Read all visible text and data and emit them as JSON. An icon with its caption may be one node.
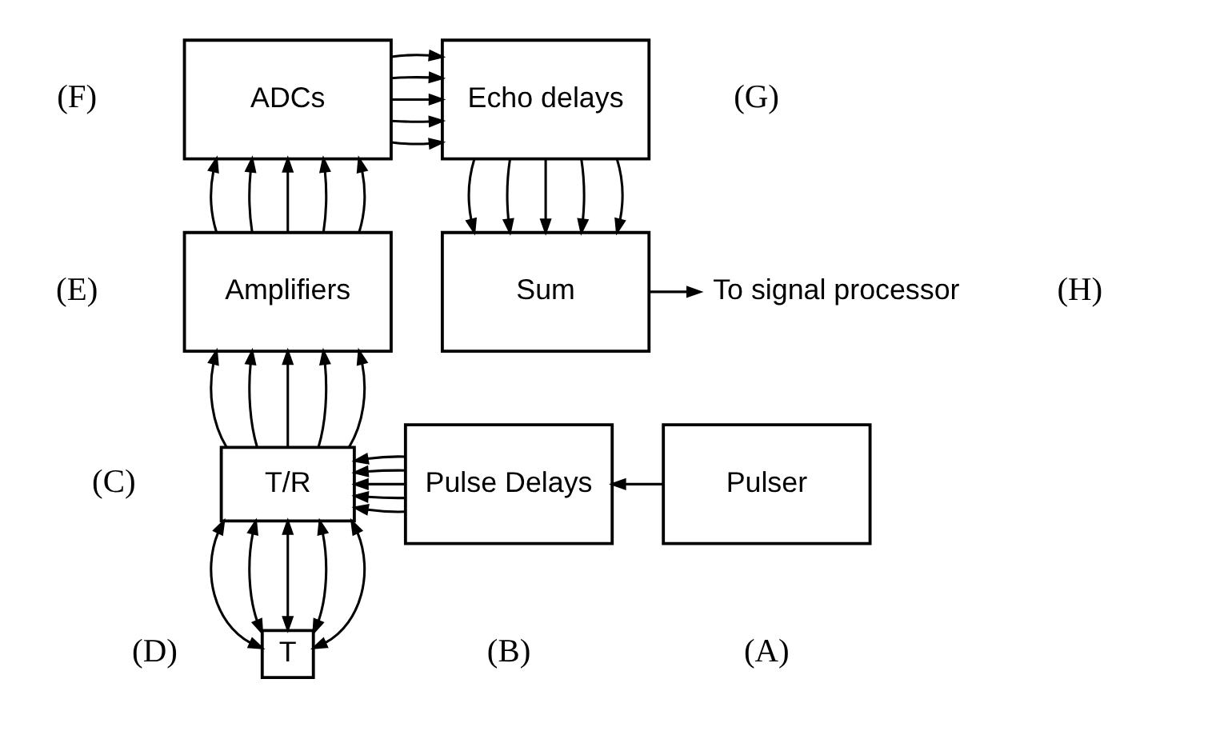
{
  "diagram": {
    "nodes": [
      {
        "text": [
          "ADCs"
        ],
        "beside": [
          "(F)"
        ]
      },
      {
        "text": [
          "Echo delays"
        ],
        "beside": [
          "(G)"
        ]
      },
      {
        "text": [
          "Amplifiers"
        ],
        "beside": [
          "(E)"
        ]
      },
      {
        "text": [
          "Sum"
        ]
      },
      {
        "text": [
          "To signal processor"
        ],
        "beside": [
          "(H)"
        ]
      },
      {
        "text": [
          "T/R"
        ],
        "beside": [
          "(C)"
        ]
      },
      {
        "text": [
          "Pulse Delays"
        ],
        "beside": [
          "(B)"
        ]
      },
      {
        "text": [
          "Pulser"
        ],
        "beside": [
          "(A)"
        ]
      },
      {
        "text": [
          "T"
        ],
        "beside": [
          "(D)"
        ]
      }
    ],
    "edges": [
      {
        "from": 0,
        "to": 1,
        "arrow": "to"
      },
      {
        "from": 0,
        "to": 1,
        "arrow": "to"
      },
      {
        "from": 0,
        "to": 1,
        "arrow": "to"
      },
      {
        "from": 0,
        "to": 1,
        "arrow": "to"
      },
      {
        "from": 0,
        "to": 1,
        "arrow": "to"
      },
      {
        "from": 1,
        "to": 3,
        "arrow": "to"
      },
      {
        "from": 1,
        "to": 3,
        "arrow": "to"
      },
      {
        "from": 1,
        "to": 3,
        "arrow": "to"
      },
      {
        "from": 1,
        "to": 3,
        "arrow": "to"
      },
      {
        "from": 1,
        "to": 3,
        "arrow": "to"
      },
      {
        "from": 2,
        "to": 0,
        "arrow": "to"
      },
      {
        "from": 2,
        "to": 0,
        "arrow": "to"
      },
      {
        "from": 2,
        "to": 0,
        "arrow": "to"
      },
      {
        "from": 2,
        "to": 0,
        "arrow": "to"
      },
      {
        "from": 2,
        "to": 0,
        "arrow": "to"
      },
      {
        "from": 3,
        "to": 4,
        "arrow": "to"
      },
      {
        "from": 5,
        "to": 2,
        "arrow": "to"
      },
      {
        "from": 5,
        "to": 2,
        "arrow": "to"
      },
      {
        "from": 5,
        "to": 2,
        "arrow": "to"
      },
      {
        "from": 5,
        "to": 2,
        "arrow": "to"
      },
      {
        "from": 5,
        "to": 2,
        "arrow": "to"
      },
      {
        "from": 7,
        "to": 6,
        "arrow": "to"
      },
      {
        "from": 6,
        "to": 5,
        "arrow": "to"
      },
      {
        "from": 6,
        "to": 5,
        "arrow": "to"
      },
      {
        "from": 6,
        "to": 5,
        "arrow": "to"
      },
      {
        "from": 6,
        "to": 5,
        "arrow": "to"
      },
      {
        "from": 6,
        "to": 5,
        "arrow": "to"
      },
      {
        "from": 5,
        "to": 8,
        "arrow": "both"
      },
      {
        "from": 5,
        "to": 8,
        "arrow": "both"
      },
      {
        "from": 5,
        "to": 8,
        "arrow": "both"
      },
      {
        "from": 5,
        "to": 8,
        "arrow": "both"
      },
      {
        "from": 5,
        "to": 8,
        "arrow": "both"
      }
    ]
  }
}
